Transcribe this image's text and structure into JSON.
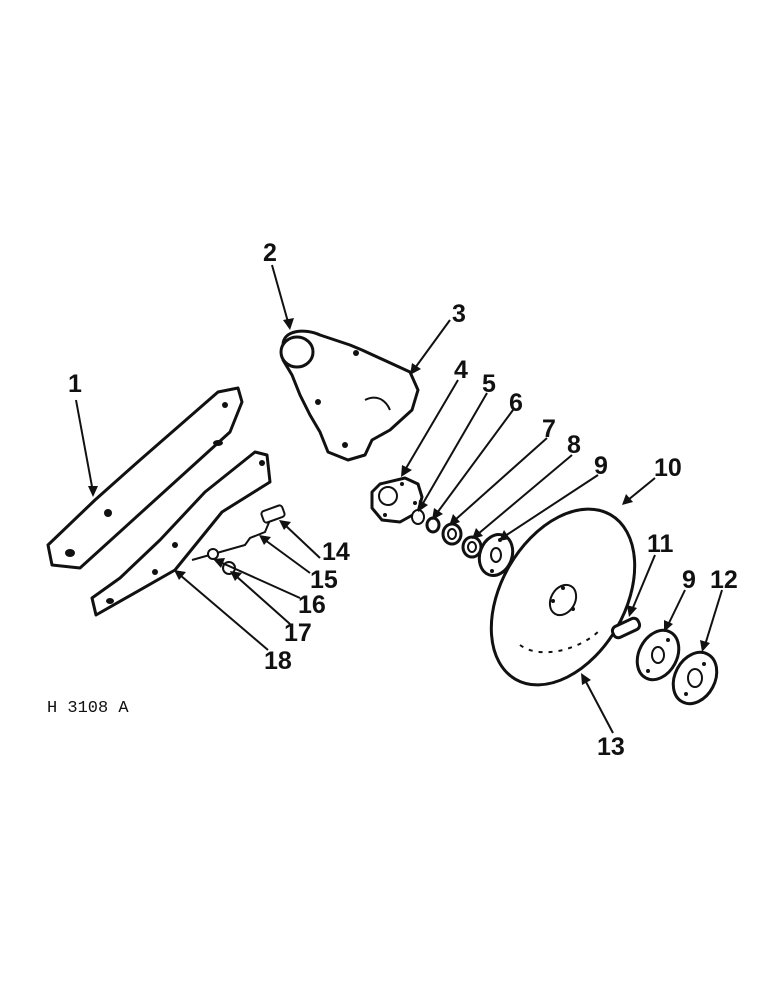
{
  "figure_id": "H 3108 A",
  "callouts": {
    "c1": "1",
    "c2": "2",
    "c3": "3",
    "c4": "4",
    "c5": "5",
    "c6": "6",
    "c7": "7",
    "c8": "8",
    "c9a": "9",
    "c9b": "9",
    "c10": "10",
    "c11": "11",
    "c12": "12",
    "c13": "13",
    "c14": "14",
    "c15": "15",
    "c16": "16",
    "c17": "17",
    "c18": "18"
  },
  "colors": {
    "ink": "#111111",
    "paper": "#ffffff"
  }
}
